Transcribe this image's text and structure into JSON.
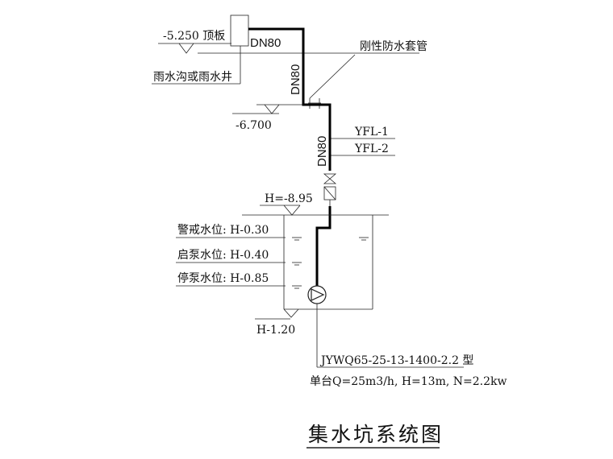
{
  "diagram": {
    "title": "集水坑系统图",
    "labels": {
      "roof_level": "-5.250 顶板",
      "rain_ditch": "雨水沟或雨水井",
      "pipe_top": "DN80",
      "pipe_vertical_1": "DN80",
      "pipe_vertical_2": "DN80",
      "sleeve": "刚性防水套管",
      "level_mid": "-6.700",
      "yfl1": "YFL-1",
      "yfl2": "YFL-2",
      "h_top": "H=-8.95",
      "warn_level": "警戒水位: H-0.30",
      "start_level": "启泵水位: H-0.40",
      "stop_level": "停泵水位: H-0.85",
      "h_bottom": "H-1.20",
      "pump_model": "JYWQ65-25-13-1400-2.2 型",
      "pump_spec": "单台Q=25m3/h, H=13m, N=2.2kw"
    }
  }
}
